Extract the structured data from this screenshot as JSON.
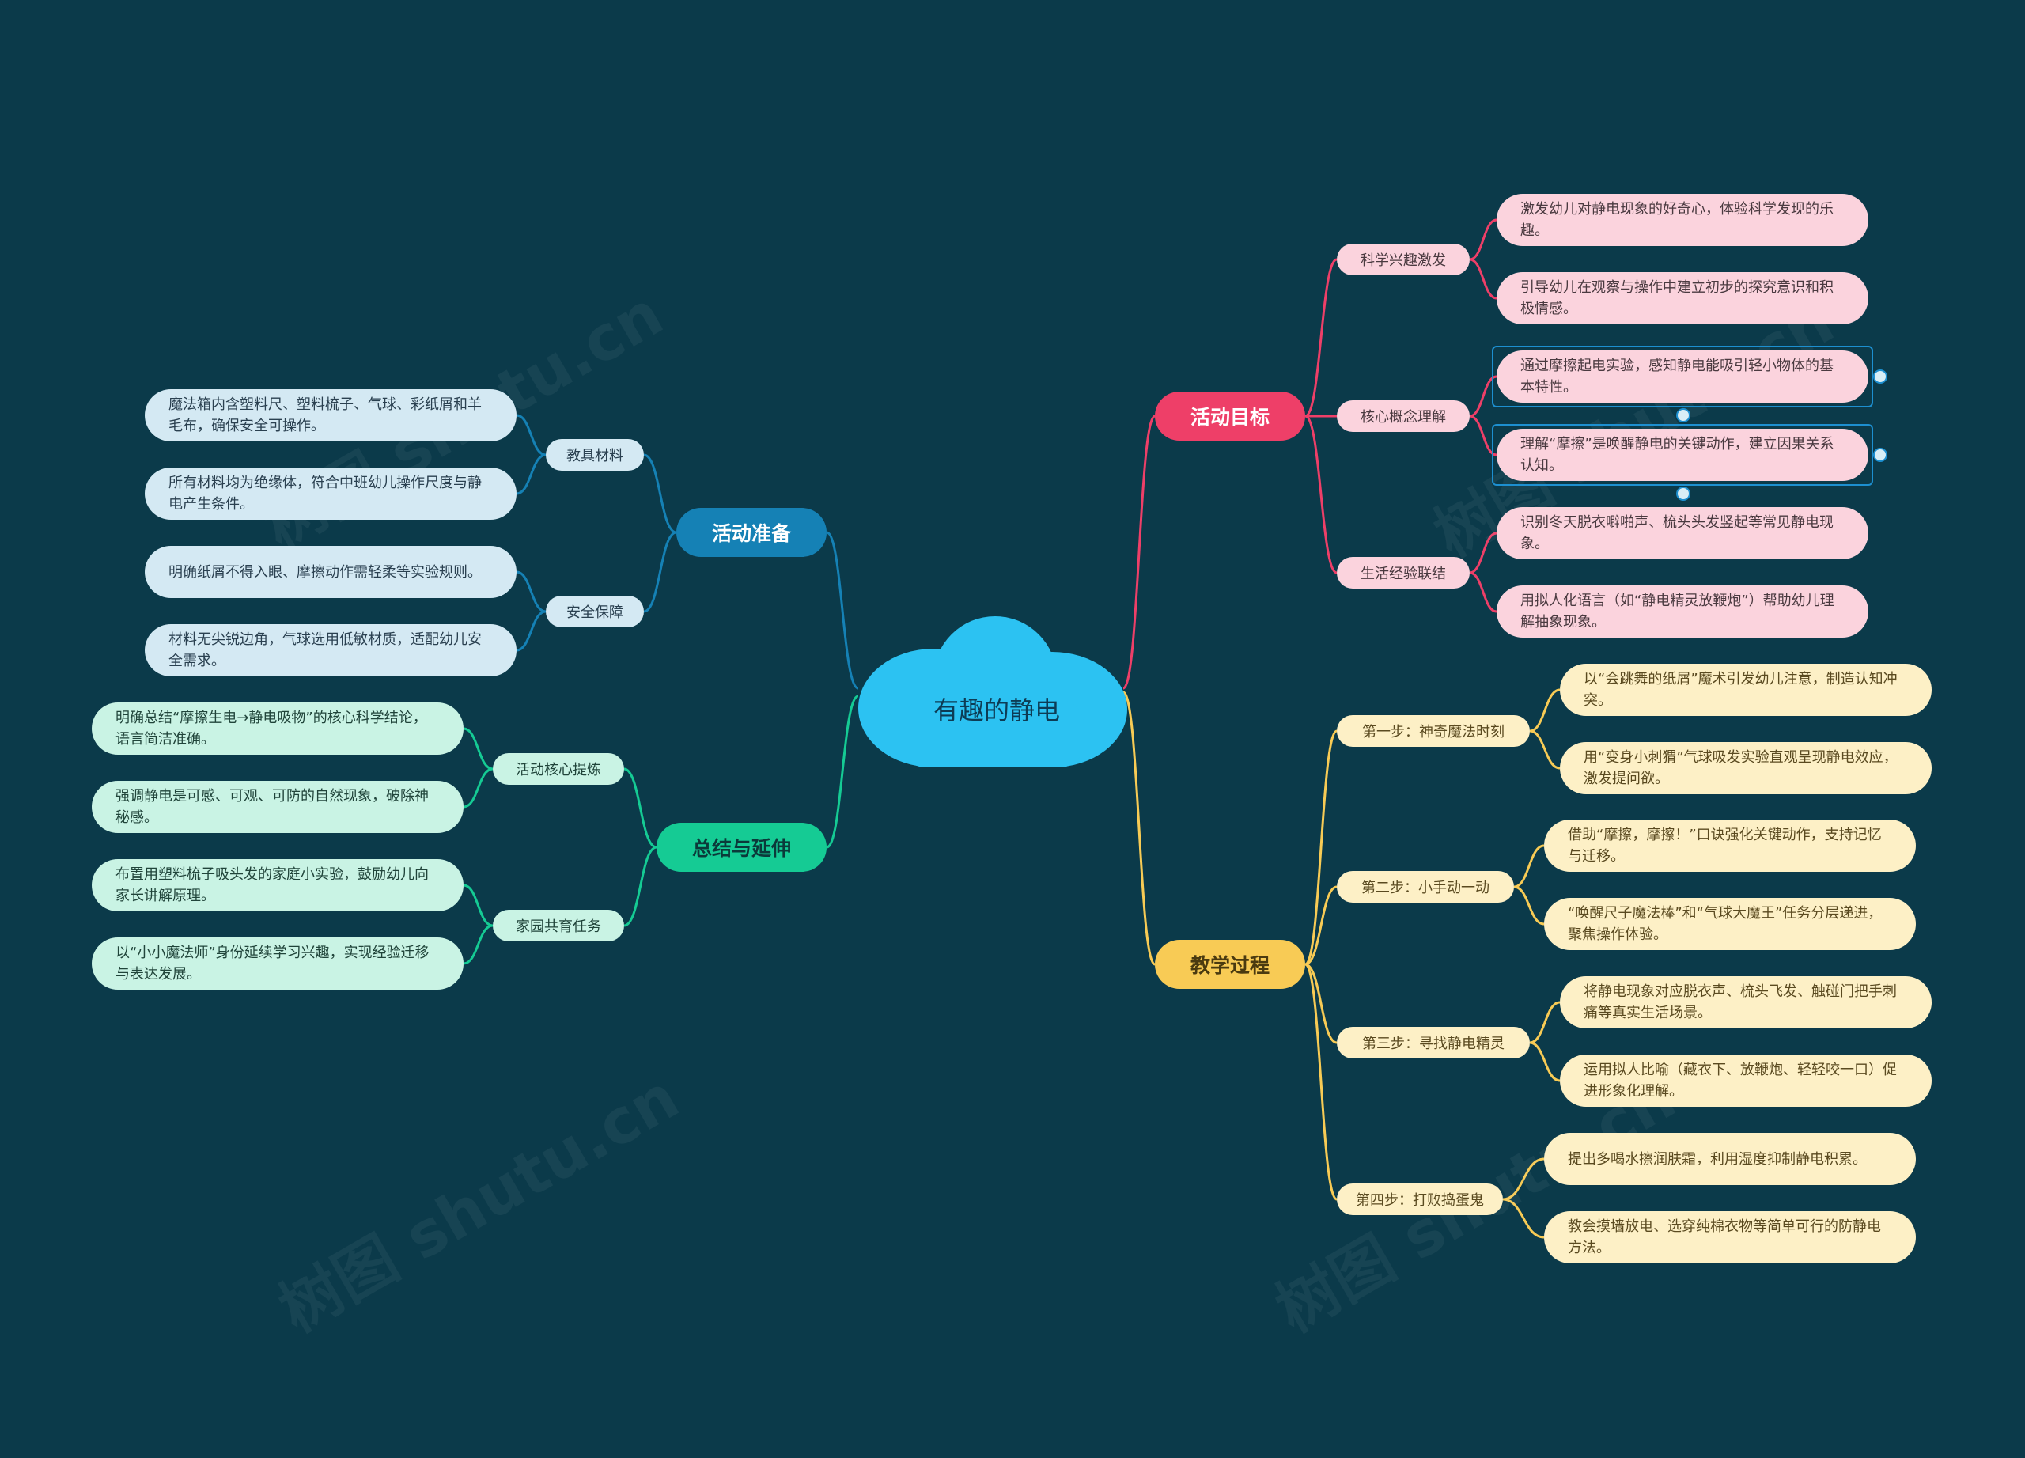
{
  "center": {
    "title": "有趣的静电"
  },
  "branches": {
    "goals": {
      "label": "活动目标",
      "subs": [
        {
          "label": "科学兴趣激发",
          "leaves": [
            "激发幼儿对静电现象的好奇心，体验科学发现的乐趣。",
            "引导幼儿在观察与操作中建立初步的探究意识和积极情感。"
          ]
        },
        {
          "label": "核心概念理解",
          "leaves": [
            "通过摩擦起电实验，感知静电能吸引轻小物体的基本特性。",
            "理解“摩擦”是唤醒静电的关键动作，建立因果关系认知。"
          ]
        },
        {
          "label": "生活经验联结",
          "leaves": [
            "识别冬天脱衣噼啪声、梳头头发竖起等常见静电现象。",
            "用拟人化语言（如“静电精灵放鞭炮”）帮助幼儿理解抽象现象。"
          ]
        }
      ]
    },
    "process": {
      "label": "教学过程",
      "subs": [
        {
          "label": "第一步：神奇魔法时刻",
          "leaves": [
            "以“会跳舞的纸屑”魔术引发幼儿注意，制造认知冲突。",
            "用“变身小刺猬”气球吸发实验直观呈现静电效应，激发提问欲。"
          ]
        },
        {
          "label": "第二步：小手动一动",
          "leaves": [
            "借助“摩擦，摩擦！”口诀强化关键动作，支持记忆与迁移。",
            "“唤醒尺子魔法棒”和“气球大魔王”任务分层递进，聚焦操作体验。"
          ]
        },
        {
          "label": "第三步：寻找静电精灵",
          "leaves": [
            "将静电现象对应脱衣声、梳头飞发、触碰门把手刺痛等真实生活场景。",
            "运用拟人比喻（藏衣下、放鞭炮、轻轻咬一口）促进形象化理解。"
          ]
        },
        {
          "label": "第四步：打败捣蛋鬼",
          "leaves": [
            "提出多喝水擦润肤霜，利用湿度抑制静电积累。",
            "教会摸墙放电、选穿纯棉衣物等简单可行的防静电方法。"
          ]
        }
      ]
    },
    "prep": {
      "label": "活动准备",
      "subs": [
        {
          "label": "教具材料",
          "leaves": [
            "魔法箱内含塑料尺、塑料梳子、气球、彩纸屑和羊毛布，确保安全可操作。",
            "所有材料均为绝缘体，符合中班幼儿操作尺度与静电产生条件。"
          ]
        },
        {
          "label": "安全保障",
          "leaves": [
            "明确纸屑不得入眼、摩擦动作需轻柔等实验规则。",
            "材料无尖锐边角，气球选用低敏材质，适配幼儿安全需求。"
          ]
        }
      ]
    },
    "summary": {
      "label": "总结与延伸",
      "subs": [
        {
          "label": "活动核心提炼",
          "leaves": [
            "明确总结“摩擦生电→静电吸物”的核心科学结论，语言简洁准确。",
            "强调静电是可感、可观、可防的自然现象，破除神秘感。"
          ]
        },
        {
          "label": "家园共育任务",
          "leaves": [
            "布置用塑料梳子吸头发的家庭小实验，鼓励幼儿向家长讲解原理。",
            "以“小小魔法师”身份延续学习兴趣，实现经验迁移与表达发展。"
          ]
        }
      ]
    }
  },
  "watermarks": [
    "树图 shutu.cn",
    "树图 shutu.cn",
    "树图 shutu.cn",
    "树图 shutu.cn"
  ],
  "colors": {
    "background": "#0b3a4a",
    "center": "#2cc2f2",
    "goals": "#ee3f68",
    "process": "#f8cb55",
    "prep": "#1581b5",
    "summary": "#15cb94"
  }
}
